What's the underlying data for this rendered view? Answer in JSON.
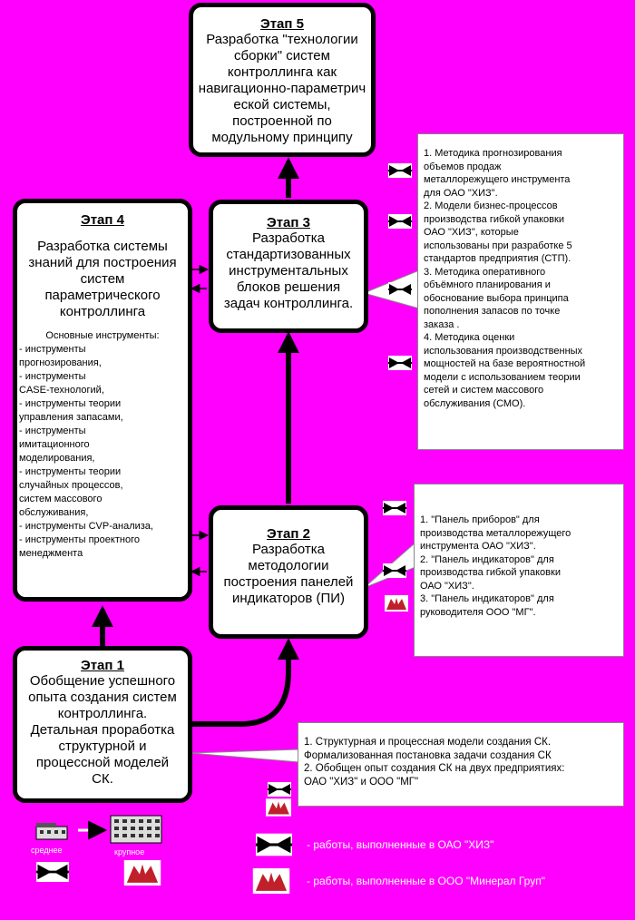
{
  "stage5": {
    "title": "Этап  5",
    "lines": [
      "Разработка \"технологии",
      "сборки\" систем",
      "контроллинга как",
      "навигационно-параметрич",
      "еской системы,",
      "построенной по",
      "модульному принципу"
    ]
  },
  "stage4": {
    "title": "Этап  4",
    "lines": [
      "Разработка системы",
      "знаний для построения",
      "систем",
      "параметрического",
      "контроллинга"
    ],
    "tools_heading": "Основные инструменты:",
    "tools": [
      "- инструменты",
      "прогнозирования,",
      "- инструменты",
      "CASE-технологий,",
      "- инструменты теории",
      "управления запасами,",
      "- инструменты",
      "имитационного",
      "моделирования,",
      "- инструменты теории",
      "случайных процессов,",
      "систем массового",
      "обслуживания,",
      "- инструменты CVP-анализа,",
      "- инструменты проектного",
      "менеджмента"
    ]
  },
  "stage3": {
    "title": "Этап  3",
    "lines": [
      "Разработка",
      "стандартизованных",
      "инструментальных",
      "блоков решения",
      "задач контроллинга."
    ]
  },
  "stage2": {
    "title": "Этап  2",
    "lines": [
      "Разработка",
      "методологии",
      "построения панелей",
      "индикаторов (ПИ)"
    ]
  },
  "stage1": {
    "title": "Этап  1",
    "lines": [
      "Обобщение успешного",
      "опыта создания систем",
      "контроллинга.",
      "Детальная проработка",
      "структурной и",
      "процессной моделей",
      "СК."
    ]
  },
  "note3": [
    "1. Методика прогнозирования",
    "объемов продаж",
    "металлорежущего инструмента",
    "для ОАО \"ХИЗ\".",
    "2. Модели бизнес-процессов",
    "производства гибкой упаковки",
    "ОАО \"ХИЗ\", которые",
    "использованы при разработке 5",
    "стандартов предприятия (СТП).",
    "3. Методика оперативного",
    "объёмного планирования и",
    "обоснование выбора принципа",
    "пополнения запасов по точке",
    "заказа .",
    "4. Методика оценки",
    "использования производственных",
    "мощностей на базе вероятностной",
    "модели с использованием теории",
    "сетей и систем массового",
    "обслуживания (СМО)."
  ],
  "note2": [
    "1. \"Панель приборов\" для",
    "производства металлорежущего",
    "инструмента ОАО \"ХИЗ\".",
    "2. \"Панель индикаторов\" для",
    "производства гибкой упаковки",
    "ОАО \"ХИЗ\".",
    "3. \"Панель индикаторов\" для",
    "руководителя ООО \"МГ\"."
  ],
  "note1": [
    "1. Структурная и процессная модели создания СК.",
    "Формализованная постановка задачи создания СК",
    "2. Обобщен опыт создания СК на двух предприятиях:",
    "ОАО \"ХИЗ\" и ООО \"МГ\""
  ],
  "legend": {
    "small_label": "среднее",
    "large_label": "крупное",
    "hiz": "- работы, выполненные в ОАО \"ХИЗ\"",
    "mg": "- работы, выполненные в ООО \"Минерал Груп\""
  }
}
